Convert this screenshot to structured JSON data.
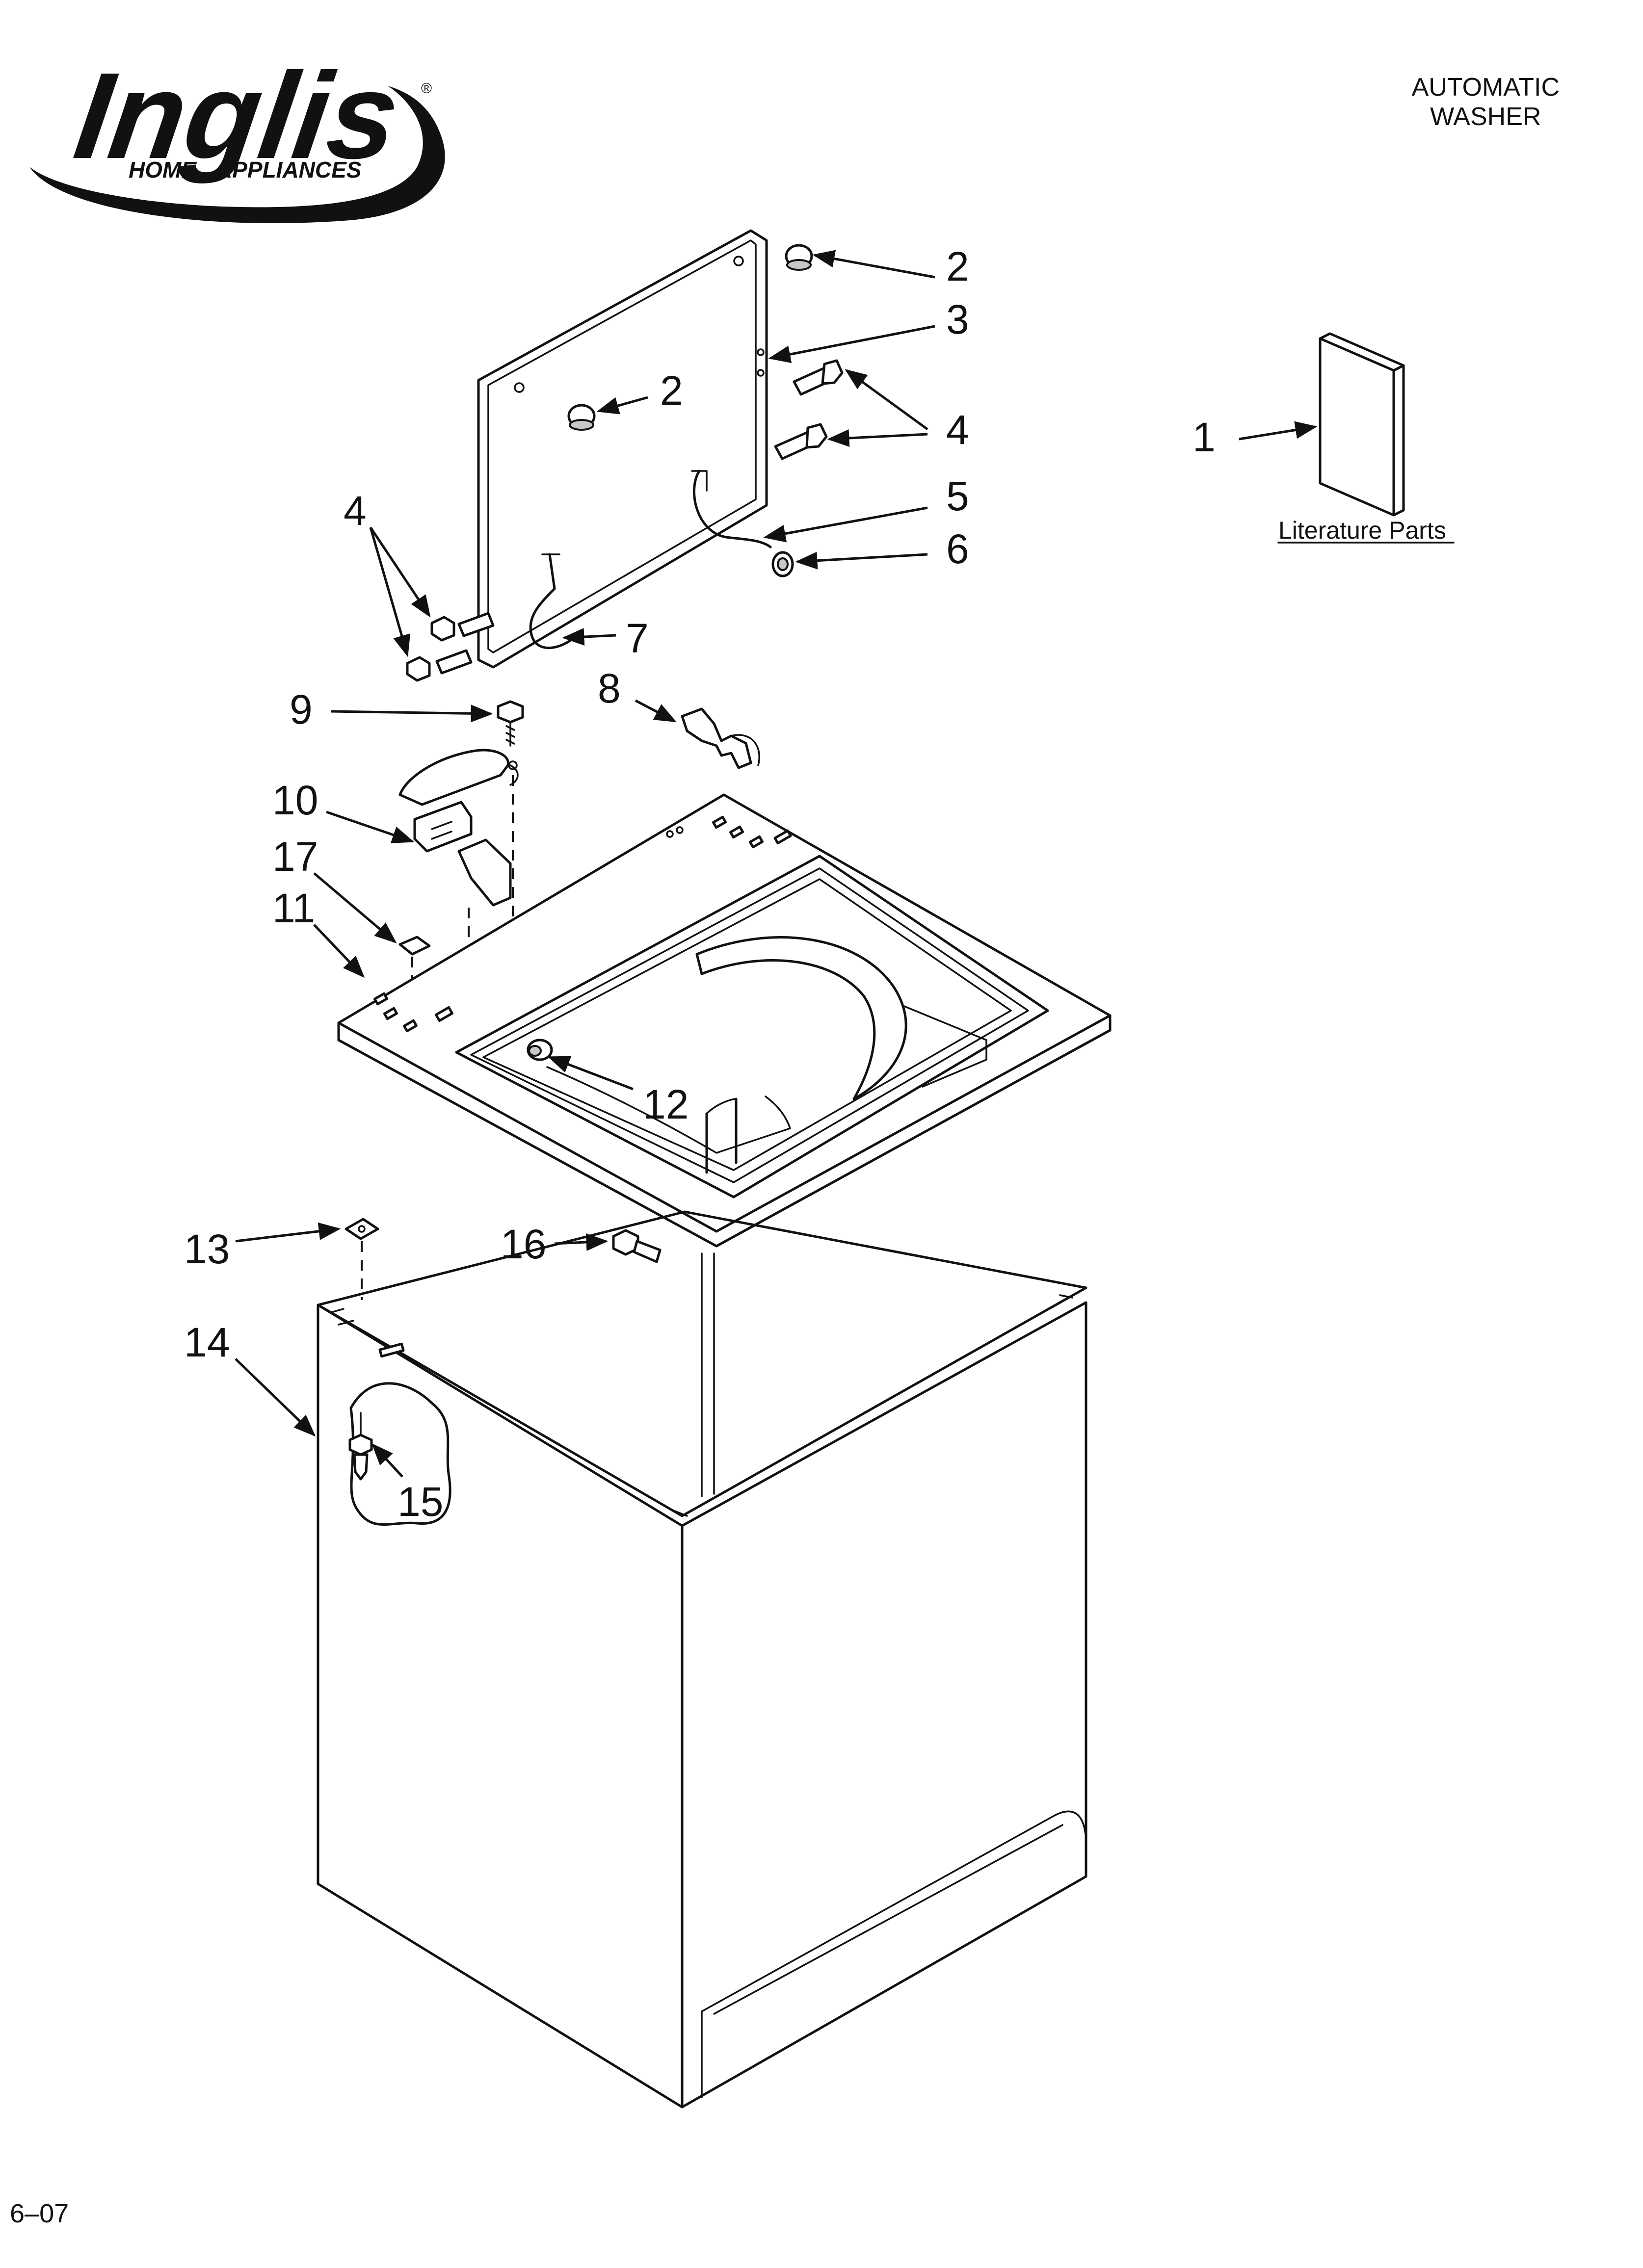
{
  "header": {
    "brand_main": "Inglis",
    "brand_sub_left": "HOME",
    "brand_sub_right": "APPLIANCES",
    "brand_mark": "®",
    "product_line1": "AUTOMATIC",
    "product_line2": "WASHER"
  },
  "literature": {
    "label": "Literature Parts"
  },
  "callouts": {
    "c1": "1",
    "c2a": "2",
    "c2b": "2",
    "c3": "3",
    "c4a": "4",
    "c4b": "4",
    "c5": "5",
    "c6": "6",
    "c7": "7",
    "c8": "8",
    "c9": "9",
    "c10": "10",
    "c11": "11",
    "c12": "12",
    "c13": "13",
    "c14": "14",
    "c15": "15",
    "c16": "16",
    "c17": "17"
  },
  "footer": {
    "date": "6–07"
  }
}
